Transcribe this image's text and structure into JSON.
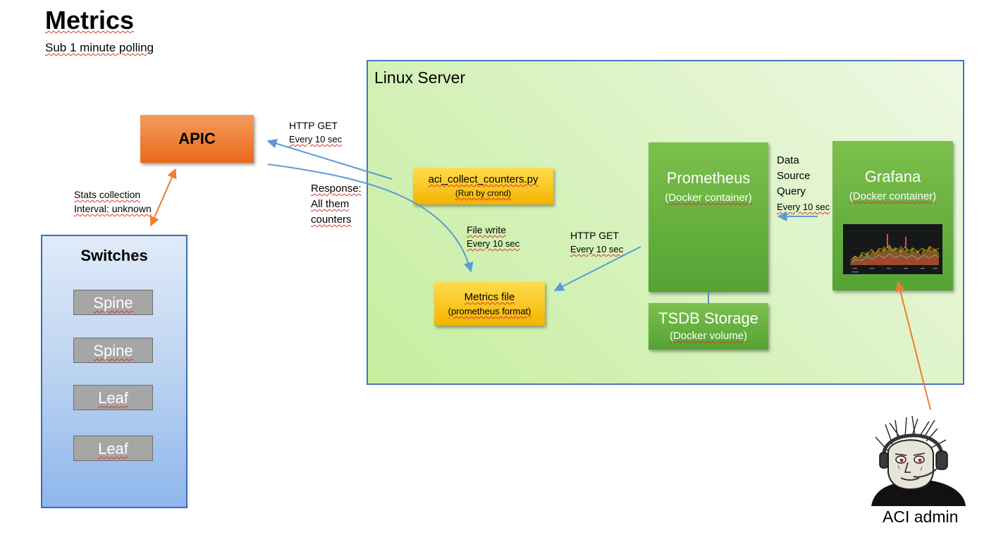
{
  "title": "Metrics",
  "subtitle": "Sub 1 minute polling",
  "linux_server": {
    "label": "Linux Server"
  },
  "apic": {
    "label": "APIC"
  },
  "collector": {
    "name": "aci_collect_counters.py",
    "note": "(Run by crond)"
  },
  "metrics_file": {
    "name": "Metrics file",
    "format": "(prometheus format)"
  },
  "prometheus": {
    "name": "Prometheus",
    "note": "(Docker container)"
  },
  "tsdb": {
    "name": "TSDB Storage",
    "note": "(Docker volume)"
  },
  "grafana": {
    "name": "Grafana",
    "note": "(Docker container)"
  },
  "switches": {
    "title": "Switches",
    "items": [
      {
        "label": "Spine"
      },
      {
        "label": "Spine"
      },
      {
        "label": "Leaf"
      },
      {
        "label": "Leaf"
      }
    ]
  },
  "labels": {
    "http_get_apic": {
      "line1": "HTTP GET",
      "line2": "Every 10 sec"
    },
    "response": {
      "line1": "Response:",
      "line2": "All them",
      "line3": "counters"
    },
    "stats": {
      "line1": "Stats collection",
      "line2": "Interval: unknown"
    },
    "file_write": {
      "line1": "File write",
      "line2": "Every 10 sec"
    },
    "http_get_scrape": {
      "line1": "HTTP GET",
      "line2": "Every 10 sec"
    },
    "datasource": {
      "line1": "Data",
      "line2": "Source",
      "line3": "Query",
      "line4": "Every 10 sec"
    }
  },
  "admin": {
    "label": "ACI admin"
  },
  "colors": {
    "arrow_blue": "#5b9bd5",
    "arrow_orange": "#ed7d31",
    "container_green": "#63ae3e",
    "script_yellow": "#fbc52a"
  }
}
